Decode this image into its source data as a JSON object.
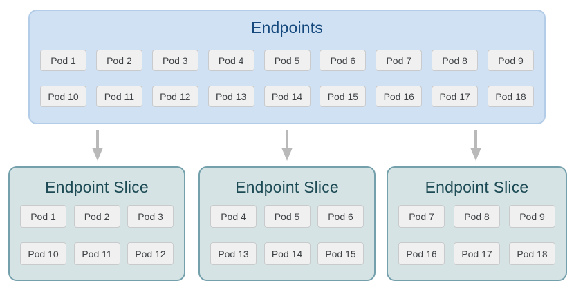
{
  "colors": {
    "endpoints_fill": "#cfe1f3",
    "endpoints_border": "#b3cce7",
    "endpoints_title_text": "#15497d",
    "slice_fill": "#d5e3e4",
    "slice_border": "#74a0ac",
    "slice_title_text": "#1d4b55",
    "pod_fill": "#f0f0f0",
    "pod_border": "#c9cacb",
    "pod_text": "#3e4245",
    "arrow": "#b9b9b9",
    "background": "#ffffff"
  },
  "endpoints": {
    "title": "Endpoints",
    "rows": [
      [
        "Pod 1",
        "Pod 2",
        "Pod 3",
        "Pod 4",
        "Pod 5",
        "Pod 6",
        "Pod 7",
        "Pod 8",
        "Pod 9"
      ],
      [
        "Pod 10",
        "Pod 11",
        "Pod 12",
        "Pod 13",
        "Pod 14",
        "Pod 15",
        "Pod 16",
        "Pod 17",
        "Pod 18"
      ]
    ]
  },
  "slices": [
    {
      "title": "Endpoint Slice",
      "rows": [
        [
          "Pod 1",
          "Pod 2",
          "Pod 3"
        ],
        [
          "Pod 10",
          "Pod 11",
          "Pod 12"
        ]
      ]
    },
    {
      "title": "Endpoint Slice",
      "rows": [
        [
          "Pod 4",
          "Pod 5",
          "Pod 6"
        ],
        [
          "Pod 13",
          "Pod 14",
          "Pod 15"
        ]
      ]
    },
    {
      "title": "Endpoint Slice",
      "rows": [
        [
          "Pod 7",
          "Pod 8",
          "Pod 9"
        ],
        [
          "Pod 16",
          "Pod 17",
          "Pod 18"
        ]
      ]
    }
  ]
}
